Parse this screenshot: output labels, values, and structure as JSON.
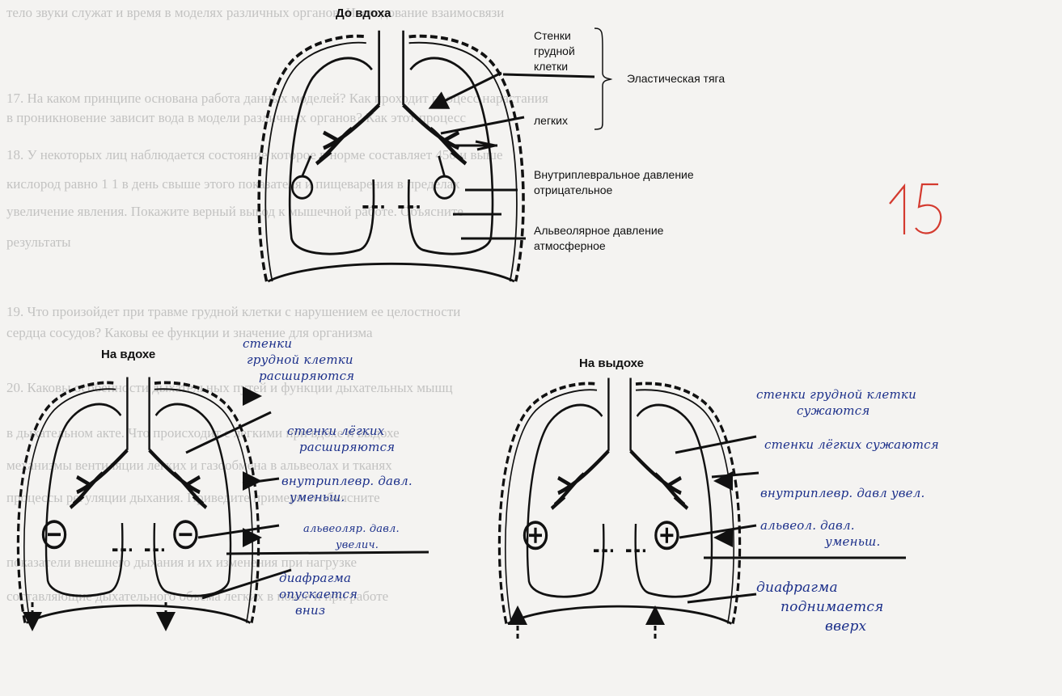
{
  "top": {
    "title": "До вдоха",
    "labels": {
      "wall_line1": "Стенки",
      "wall_line2": "грудной",
      "wall_line3": "клетки",
      "elastic": "Эластическая тяга",
      "lungs": "легких",
      "pleural_line1": "Внутриплевральное давление",
      "pleural_line2": "отрицательное",
      "alveolar_line1": "Альвеолярное давление",
      "alveolar_line2": "атмосферное"
    }
  },
  "left": {
    "title": "На вдохе"
  },
  "right": {
    "title": "На выдохе"
  },
  "grade": "15",
  "handwriting": {
    "inhale_wall_line1": "стенки",
    "inhale_wall_line2": "грудной клетки",
    "inhale_wall_line3": "расширяются",
    "inhale_lung_line1": "стенки лёгких",
    "inhale_lung_line2": "расширяются",
    "inhale_pleural_line1": "внутриплевр. давл.",
    "inhale_pleural_line2": "уменьш.",
    "inhale_alveolar_line1": "альвеоляр. давл.",
    "inhale_alveolar_line2": "увелич.",
    "inhale_diaphragm_line1": "диафрагма",
    "inhale_diaphragm_line2": "опускается",
    "inhale_diaphragm_line3": "вниз",
    "exhale_wall_line1": "стенки грудной клетки",
    "exhale_wall_line2": "сужаются",
    "exhale_lung": "стенки лёгких сужаются",
    "exhale_pleural": "внутриплевр. давл увел.",
    "exhale_alveolar_line1": "альвеол. давл.",
    "exhale_alveolar_line2": "уменьш.",
    "exhale_diaphragm_line1": "диафрагма",
    "exhale_diaphragm_line2": "поднимается",
    "exhale_diaphragm_line3": "вверх"
  },
  "faint_text": [
    "тело звуки служат и время в моделях различных органов. Исследование взаимосвязи",
    "17. На каком принципе основана работа данных моделей? Как проходит процесс нарастания",
    "в проникновение зависит вода в модели различных органов? Как этот процесс",
    "18. У некоторых лиц наблюдается состояние которое в норме составляет 450 и выше",
    "кислород равно 1 1 в день свыше этого показателя и пищеварения в пределах",
    "увеличение явления. Покажите верный вывод к мышечной работе. Объясните",
    "результаты",
    "19. Что произойдет при травме грудной клетки с нарушением ее целостности",
    "сердца сосудов? Каковы ее функции и значение для организма",
    "20. Каковы особенности дыхательных путей и функции дыхательных мышц",
    "в дыхательном акте. Что происходит с легкими при вдохе и выдохе",
    "механизмы вентиляции легких и газообмена в альвеолах и тканях",
    "процессы регуляции дыхания. Приведите примеры и объясните",
    "показатели внешнего дыхания и их изменения при нагрузке",
    "составляющие дыхательного объема легких в покое и при работе"
  ]
}
